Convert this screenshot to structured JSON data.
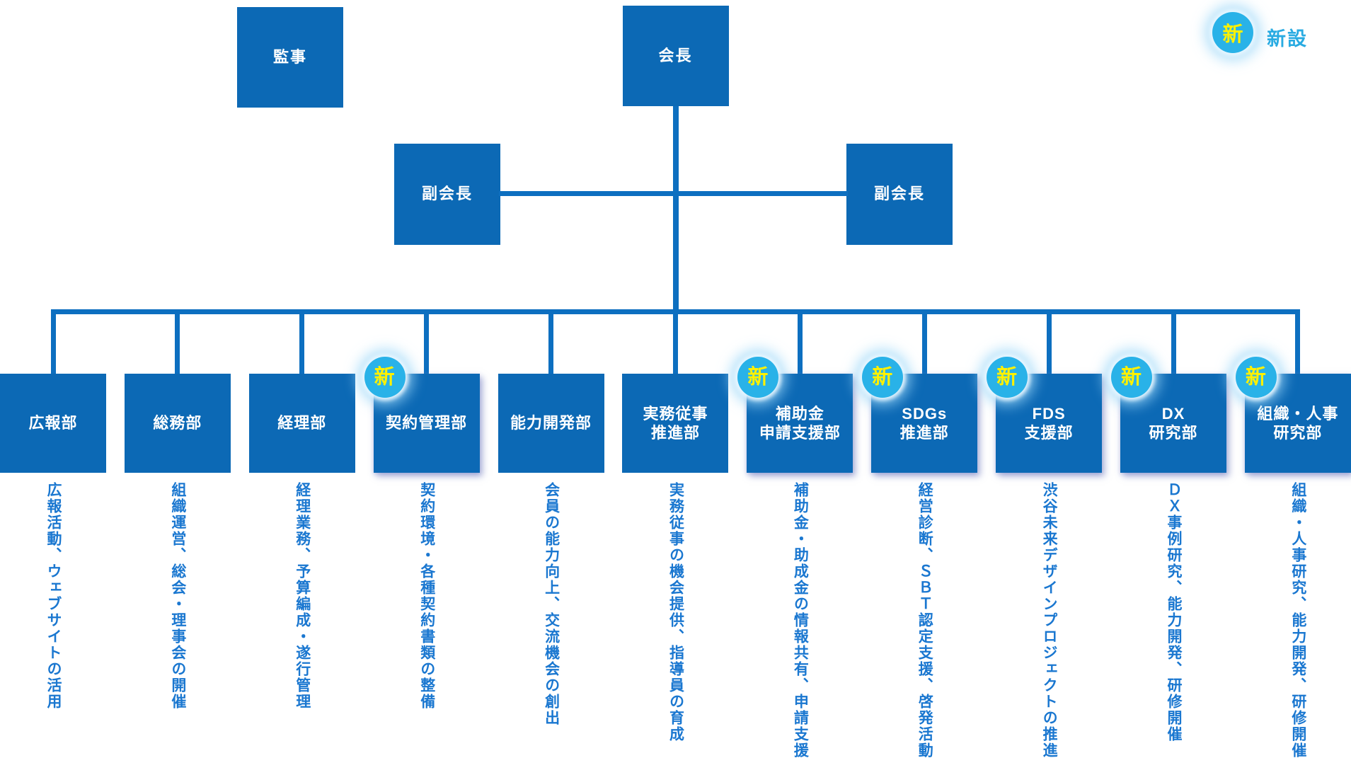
{
  "legend": {
    "badge_text": "新",
    "label": "新設"
  },
  "executives": {
    "auditor": "監事",
    "chairman": "会長",
    "vice_chairman_left": "副会長",
    "vice_chairman_right": "副会長"
  },
  "departments": [
    {
      "label_lines": [
        "広報部"
      ],
      "is_new": false,
      "description": "広報活動、ウェブサイトの活用"
    },
    {
      "label_lines": [
        "総務部"
      ],
      "is_new": false,
      "description": "組織運営、総会・理事会の開催"
    },
    {
      "label_lines": [
        "経理部"
      ],
      "is_new": false,
      "description": "経理業務、予算編成・遂行管理"
    },
    {
      "label_lines": [
        "契約管理部"
      ],
      "is_new": true,
      "description": "契約環境・各種契約書類の整備"
    },
    {
      "label_lines": [
        "能力開発部"
      ],
      "is_new": false,
      "description": "会員の能力向上、交流機会の創出"
    },
    {
      "label_lines": [
        "実務従事",
        "推進部"
      ],
      "is_new": false,
      "description": "実務従事の機会提供、指導員の育成"
    },
    {
      "label_lines": [
        "補助金",
        "申請支援部"
      ],
      "is_new": true,
      "description": "補助金・助成金の情報共有、申請支援"
    },
    {
      "label_lines": [
        "SDGs",
        "推進部"
      ],
      "is_new": true,
      "description": "経営診断、ＳＢＴ認定支援、啓発活動"
    },
    {
      "label_lines": [
        "FDS",
        "支援部"
      ],
      "is_new": true,
      "description": "渋谷未来デザインプロジェクトの推進"
    },
    {
      "label_lines": [
        "DX",
        "研究部"
      ],
      "is_new": true,
      "description": "ＤＸ事例研究、能力開発、研修開催"
    },
    {
      "label_lines": [
        "組織・人事",
        "研究部"
      ],
      "is_new": true,
      "description": "組織・人事研究、能力開発、研修開催"
    }
  ],
  "colors": {
    "box_blue": "#0c69b5",
    "line_blue": "#0d6fc0",
    "description_text_blue": "#1a77d0",
    "badge_circle_cyan": "#29b2e8",
    "badge_text_yellow": "#fff100",
    "legend_label_cyan": "#29abe2",
    "box_label_white": "#ffffff"
  }
}
